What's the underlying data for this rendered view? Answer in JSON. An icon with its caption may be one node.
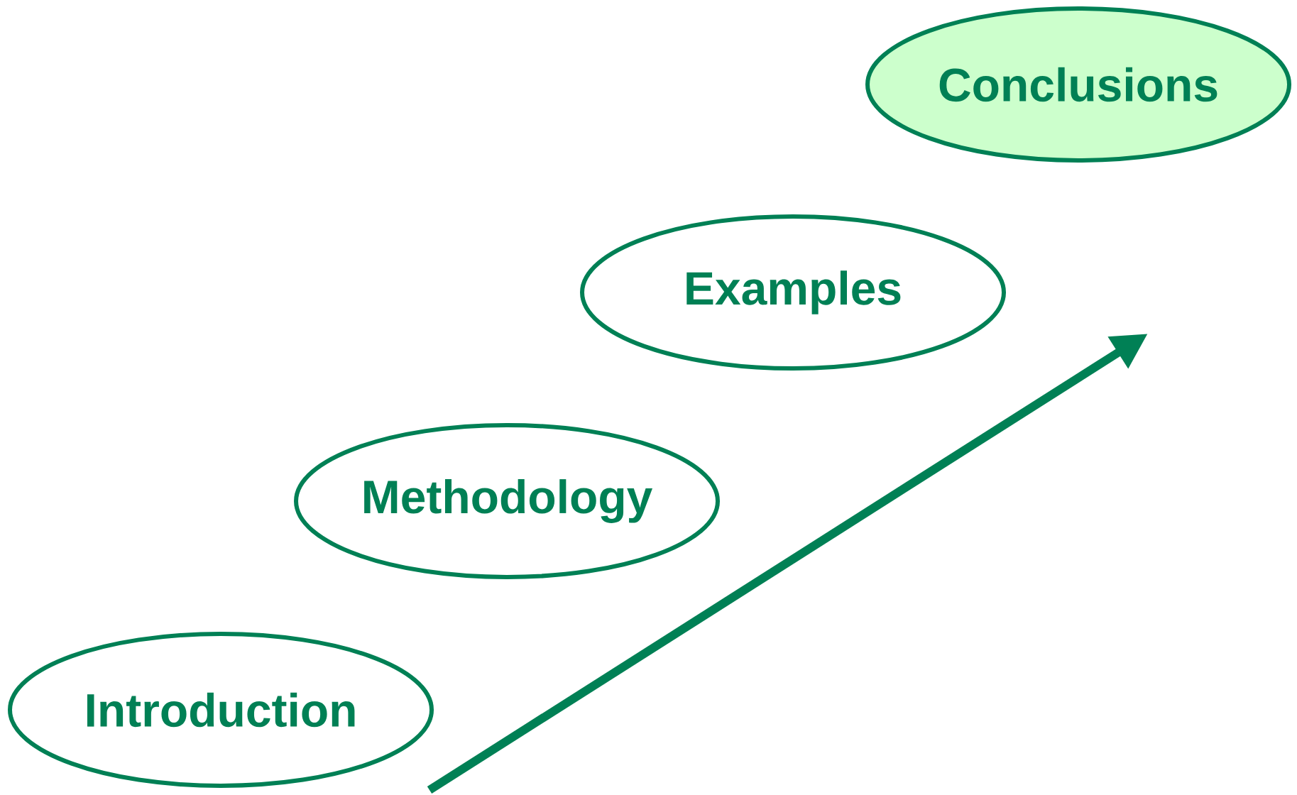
{
  "diagram": {
    "nodes": [
      {
        "text": [
          "Introduction"
        ]
      },
      {
        "text": [
          "Methodology"
        ]
      },
      {
        "text": [
          "Examples"
        ]
      },
      {
        "text": [
          "Conclusions"
        ]
      }
    ]
  }
}
